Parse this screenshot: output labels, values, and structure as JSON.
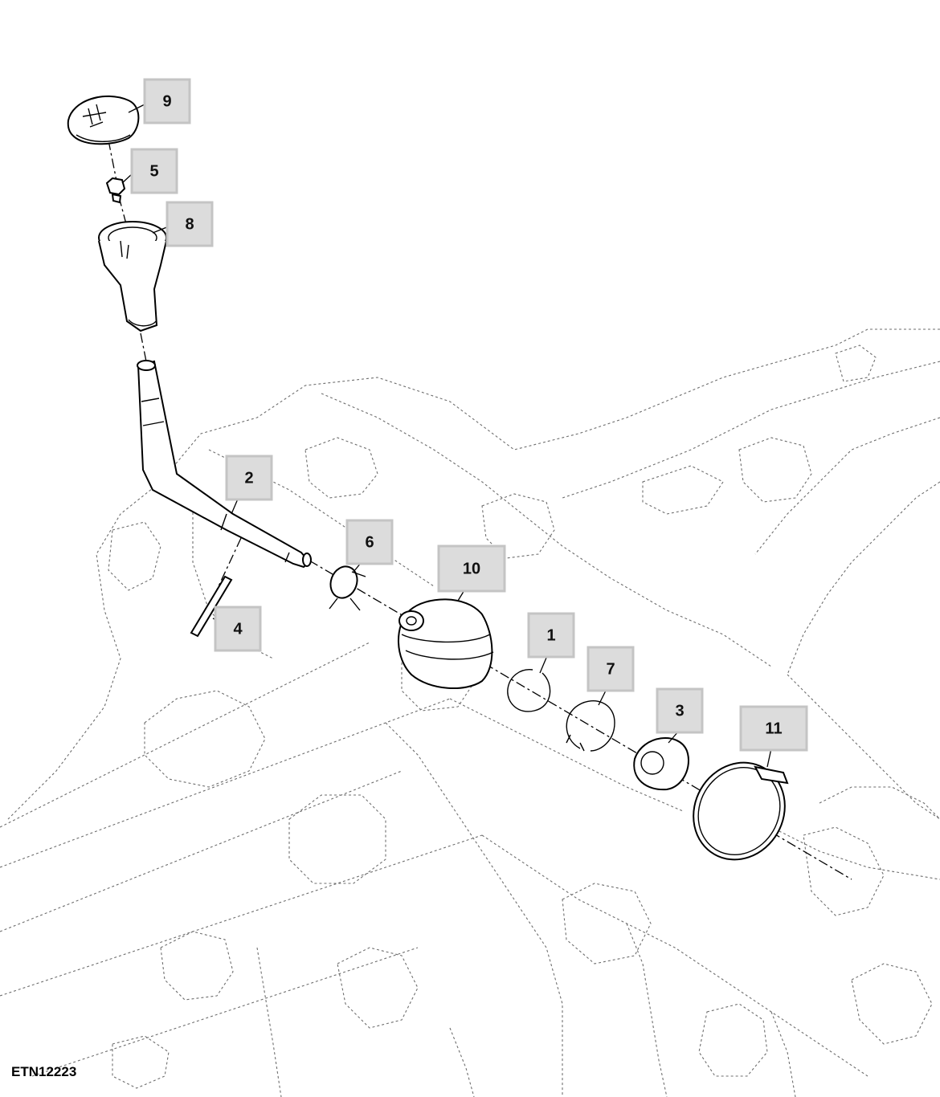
{
  "figure_ref": "ETN12223",
  "callouts": [
    {
      "id": "9",
      "label": "9"
    },
    {
      "id": "5",
      "label": "5"
    },
    {
      "id": "8",
      "label": "8"
    },
    {
      "id": "2",
      "label": "2"
    },
    {
      "id": "6",
      "label": "6"
    },
    {
      "id": "10",
      "label": "10"
    },
    {
      "id": "4",
      "label": "4"
    },
    {
      "id": "1",
      "label": "1"
    },
    {
      "id": "7",
      "label": "7"
    },
    {
      "id": "3",
      "label": "3"
    },
    {
      "id": "11",
      "label": "11"
    }
  ]
}
